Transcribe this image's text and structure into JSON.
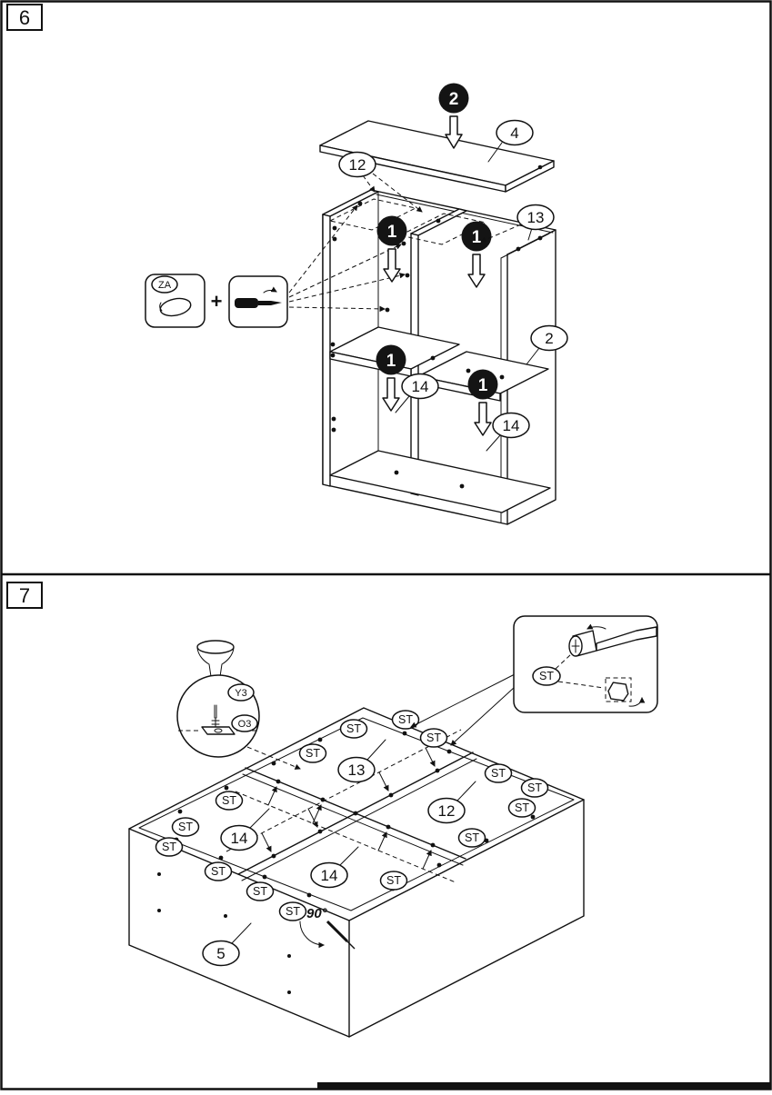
{
  "panel6": {
    "step_number": "6",
    "markers": {
      "insert_top": "2",
      "one_a": "1",
      "one_b": "1",
      "one_c": "1",
      "one_d": "1"
    },
    "callouts": {
      "c12": "12",
      "c4": "4",
      "c13": "13",
      "c2": "2",
      "c14a": "14",
      "c14b": "14"
    },
    "hardware": {
      "cam_label": "ZA",
      "plus": "+"
    }
  },
  "panel7": {
    "step_number": "7",
    "angle": "90°",
    "magnifier": {
      "screw_label": "Y3",
      "bracket_label": "O3"
    },
    "inset": {
      "st_label": "ST"
    },
    "callouts": {
      "c13": "13",
      "c12": "12",
      "c14a": "14",
      "c14b": "14",
      "c5": "5"
    },
    "st_markers": [
      "ST",
      "ST",
      "ST",
      "ST",
      "ST",
      "ST",
      "ST",
      "ST",
      "ST",
      "ST",
      "ST",
      "ST",
      "ST",
      "ST",
      "ST"
    ]
  }
}
